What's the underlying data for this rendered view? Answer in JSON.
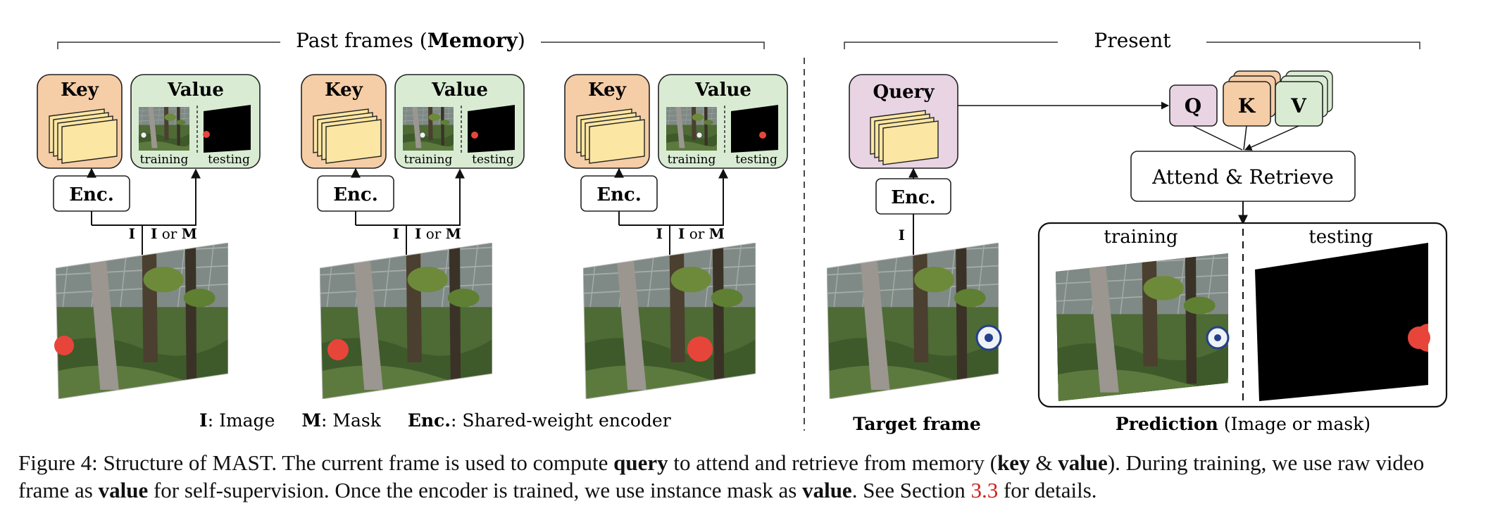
{
  "past_header": {
    "prefix": "Past frames (",
    "bold": "Memory",
    "suffix": ")"
  },
  "present_header": "Present",
  "key_label": "Key",
  "value_label": "Value",
  "query_label": "Query",
  "enc_label": "Enc.",
  "training_label": "training",
  "testing_label": "testing",
  "i_label": "I",
  "i_or_m": {
    "i": "I",
    "or": "or",
    "m": "M"
  },
  "qkv": {
    "q": "Q",
    "k": "K",
    "v": "V"
  },
  "attend_label": "Attend & Retrieve",
  "legend": {
    "i_key": "I",
    "i_desc": ": Image",
    "m_key": "M",
    "m_desc": ": Mask",
    "enc_key": "Enc.",
    "enc_desc": ": Shared-weight encoder"
  },
  "target_frame_label": "Target frame",
  "prediction_label": {
    "bold": "Prediction",
    "rest": " (Image or mask)"
  },
  "caption": {
    "p1": "Figure 4: Structure of MAST. The current frame is used to compute ",
    "b1": "query",
    "p2": " to attend and retrieve from memory (",
    "b2": "key",
    "p3": " & ",
    "b3": "value",
    "p4": "). During training, we use raw video frame as ",
    "b4": "value",
    "p5": " for self-supervision. Once the encoder is trained, we use instance mask as ",
    "b5": "value",
    "p6": ". See Section ",
    "ref": "3.3",
    "p7": " for details."
  },
  "colors": {
    "key_fill": "#f5cda6",
    "value_fill": "#d9ecd3",
    "query_fill": "#e9d4e3",
    "stack_fill": "#fbe6a3",
    "ball": "#e8453a",
    "mask_bg": "#000000"
  }
}
